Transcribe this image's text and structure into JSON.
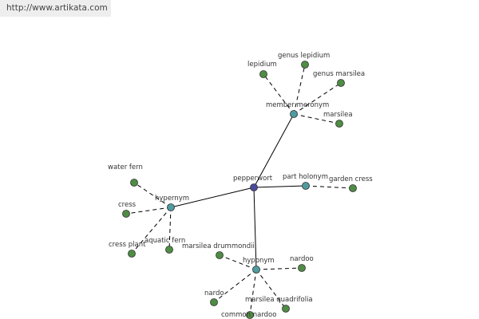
{
  "watermark": {
    "text": "http://www.artikata.com"
  },
  "colors": {
    "root": "#4b4b9b",
    "relation": "#4f9ca0",
    "leaf": "#4f8d45",
    "edge": "#000000"
  },
  "graph": {
    "root": "pepperwort",
    "relations": [
      {
        "id": "member-meronym",
        "label": "member meronym",
        "leaves": [
          "lepidium",
          "genus lepidium",
          "genus marsilea",
          "marsilea"
        ]
      },
      {
        "id": "part-holonym",
        "label": "part holonym",
        "leaves": [
          "garden cress"
        ]
      },
      {
        "id": "hypernym",
        "label": "hypernym",
        "leaves": [
          "water fern",
          "cress",
          "cress plant",
          "aquatic fern"
        ]
      },
      {
        "id": "hyponym",
        "label": "hyponym",
        "leaves": [
          "marsilea drummondii",
          "nardoo",
          "nardo",
          "common nardoo",
          "marsilea quadrifolia"
        ]
      }
    ]
  }
}
